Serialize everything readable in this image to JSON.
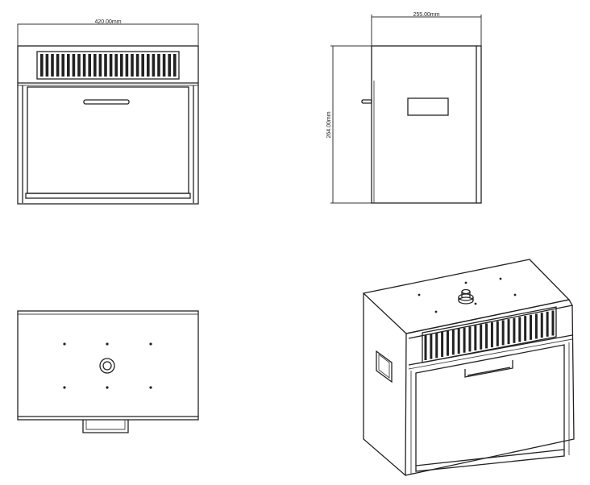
{
  "drawing": {
    "views": [
      "front-view",
      "side-view",
      "top-view",
      "isometric-view"
    ],
    "dimensions": {
      "width": "420.00mm",
      "depth": "255.00mm",
      "height": "264.00mm"
    },
    "colors": {
      "line": "#222222",
      "background": "#ffffff"
    }
  }
}
